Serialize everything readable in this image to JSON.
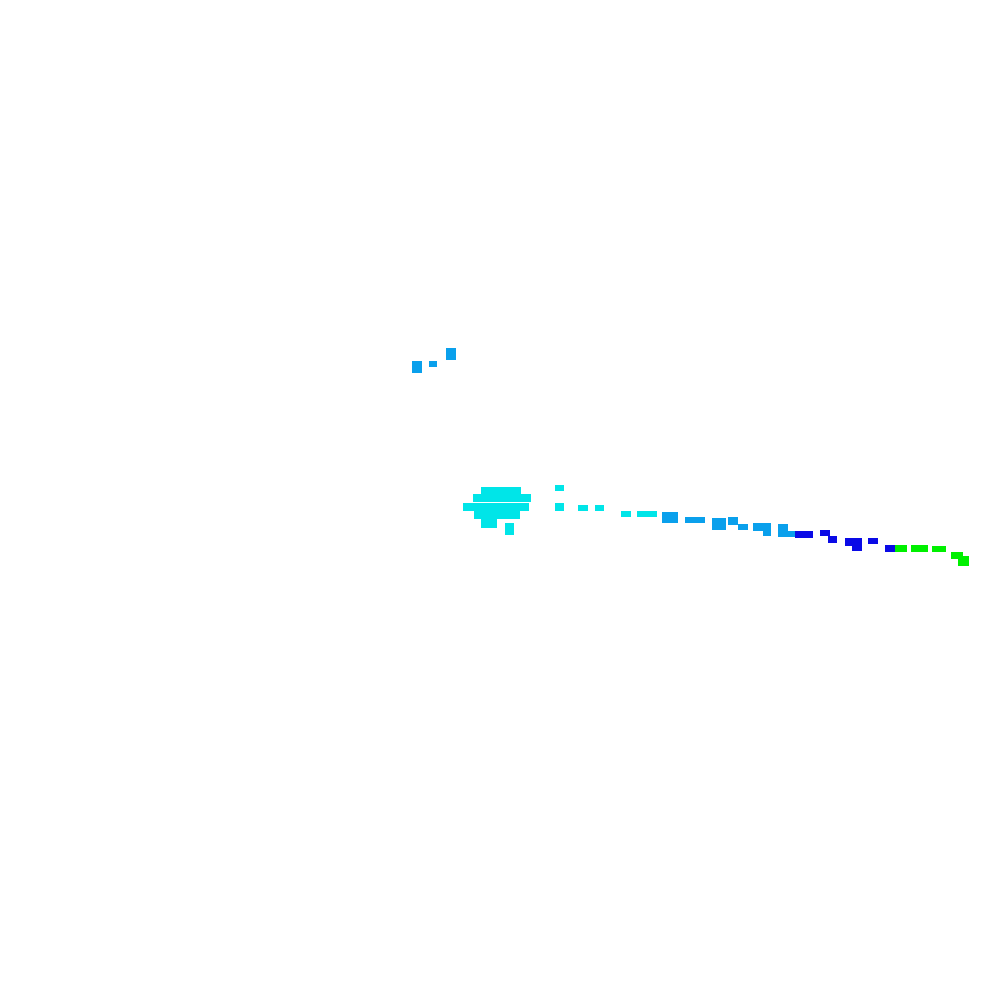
{
  "background_color": "#ffffff",
  "colors": {
    "cyan": "#00e5e8",
    "light_blue": "#0aa0ec",
    "deep_blue": "#0a0ae6",
    "green": "#00f000"
  },
  "clusters": [
    {
      "name": "upper-left-specks",
      "color": "light_blue"
    },
    {
      "name": "cyan-blob",
      "color": "cyan"
    },
    {
      "name": "cyan-trail",
      "color": "cyan"
    },
    {
      "name": "light-blue-trail",
      "color": "light_blue"
    },
    {
      "name": "deep-blue-trail",
      "color": "deep_blue"
    },
    {
      "name": "green-trail",
      "color": "green"
    }
  ]
}
